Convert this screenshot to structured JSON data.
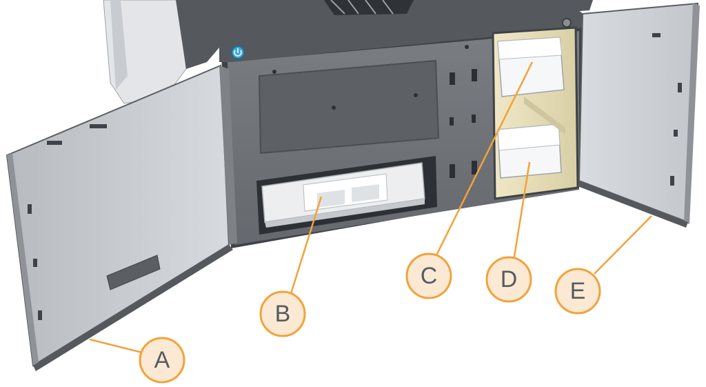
{
  "diagram": {
    "callouts": [
      {
        "id": "A",
        "label": "A"
      },
      {
        "id": "B",
        "label": "B"
      },
      {
        "id": "C",
        "label": "C"
      },
      {
        "id": "D",
        "label": "D"
      },
      {
        "id": "E",
        "label": "E"
      }
    ],
    "colors": {
      "callout_stroke": "#f2a23a",
      "callout_fill": "#fbe9d3",
      "cabinet_dark": "#3f4246",
      "panel_gray": "#6e7277",
      "door_light": "#c9cdd1",
      "compartment_tan": "#e8dfbd",
      "power_icon": "#3fa9d8"
    }
  }
}
